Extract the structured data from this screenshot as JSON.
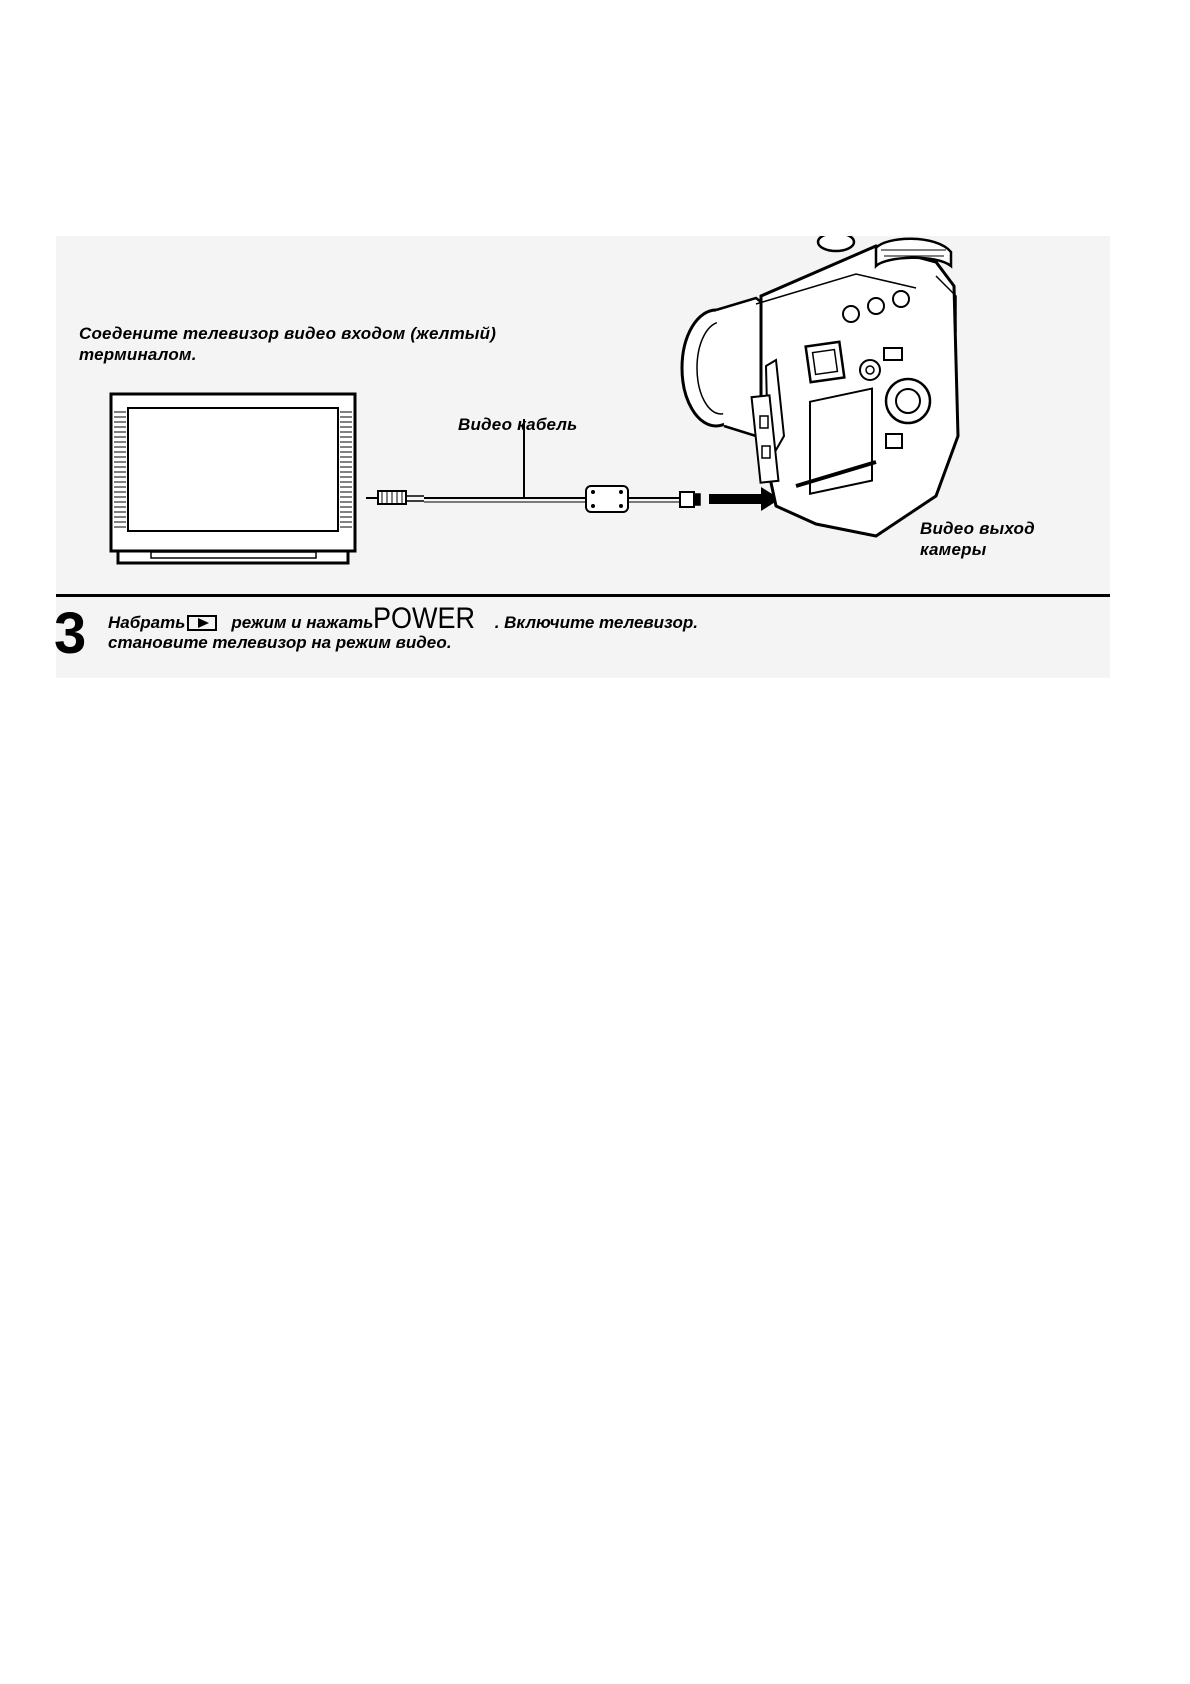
{
  "figure": {
    "tv_caption": "Соедените телевизор видео входом (желтый) терминалом.",
    "cable_label": "Видео кабель",
    "camera_label": "Видео выход камеры"
  },
  "step": {
    "number": "3",
    "line1_a": "Набрать",
    "mode_icon": "play-icon",
    "line1_b": "режим и нажать",
    "power_label": "POWER",
    "line1_c": ". Включите телевизор.",
    "line2": "становите телевизор на режим видео."
  }
}
